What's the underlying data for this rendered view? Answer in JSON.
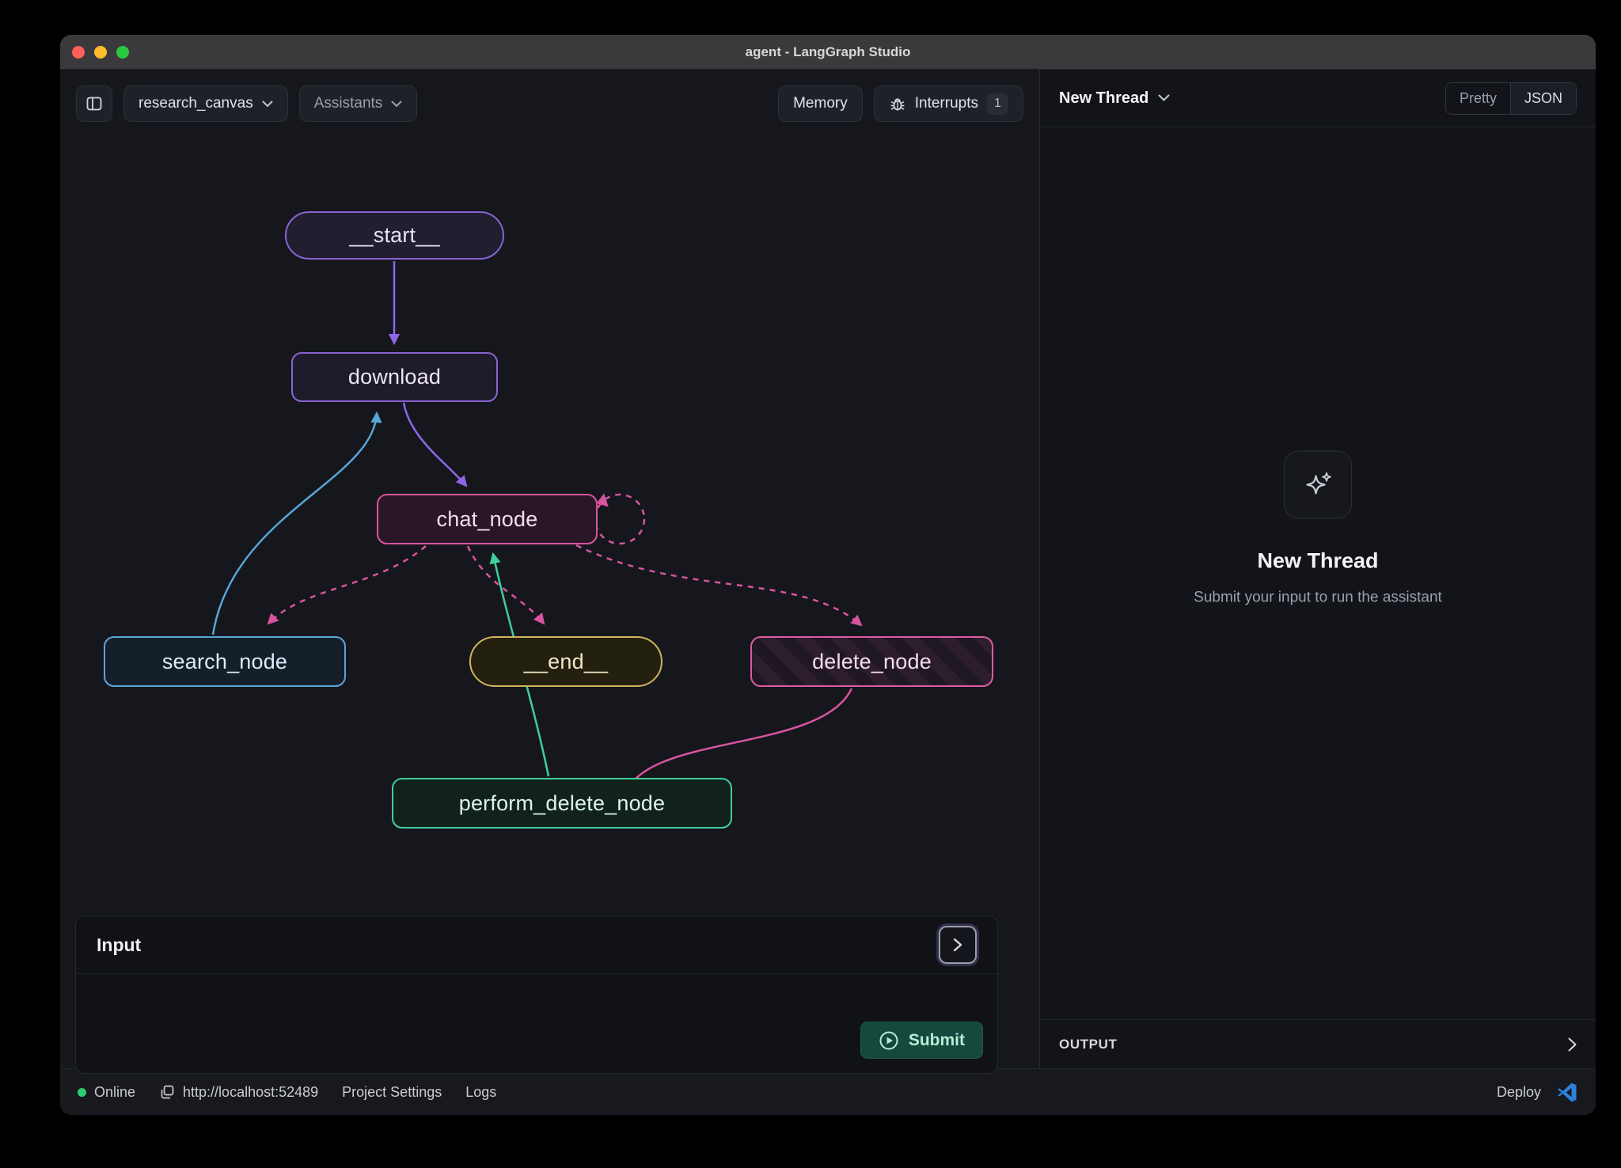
{
  "window": {
    "title": "agent - LangGraph Studio"
  },
  "toolbar": {
    "graph_select": "research_canvas",
    "assistants_label": "Assistants",
    "memory_label": "Memory",
    "interrupts_label": "Interrupts",
    "interrupts_count": "1"
  },
  "graph": {
    "nodes": [
      {
        "id": "__start__",
        "label": "__start__",
        "color": "#8a63d2",
        "shape": "pill"
      },
      {
        "id": "download",
        "label": "download",
        "color": "#8a63d2",
        "shape": "rect"
      },
      {
        "id": "chat_node",
        "label": "chat_node",
        "color": "#d9549f",
        "shape": "rect"
      },
      {
        "id": "search_node",
        "label": "search_node",
        "color": "#5ba4d8",
        "shape": "rect"
      },
      {
        "id": "__end__",
        "label": "__end__",
        "color": "#d3b35c",
        "shape": "pill"
      },
      {
        "id": "delete_node",
        "label": "delete_node",
        "color": "#dd5aa2",
        "shape": "rect-striped"
      },
      {
        "id": "perform_delete_node",
        "label": "perform_delete_node",
        "color": "#3fcf9d",
        "shape": "rect"
      }
    ],
    "edges": [
      {
        "from": "__start__",
        "to": "download",
        "style": "solid",
        "color": "#8f66e8"
      },
      {
        "from": "download",
        "to": "chat_node",
        "style": "solid",
        "color": "#8f66e8"
      },
      {
        "from": "chat_node",
        "to": "search_node",
        "style": "dashed",
        "color": "#d9549f"
      },
      {
        "from": "search_node",
        "to": "download",
        "style": "solid",
        "color": "#58a6da"
      },
      {
        "from": "chat_node",
        "to": "__end__",
        "style": "dashed",
        "color": "#d9549f"
      },
      {
        "from": "chat_node",
        "to": "delete_node",
        "style": "dashed",
        "color": "#d9549f"
      },
      {
        "from": "chat_node",
        "to": "chat_node",
        "style": "dashed-self-loop",
        "color": "#d9549f"
      },
      {
        "from": "perform_delete_node",
        "to": "chat_node",
        "style": "solid",
        "color": "#3ecf9d"
      },
      {
        "from": "delete_node",
        "to": "perform_delete_node",
        "style": "solid",
        "color": "#d9549f"
      }
    ]
  },
  "input_panel": {
    "title": "Input",
    "submit_label": "Submit"
  },
  "thread_panel": {
    "header": "New Thread",
    "view_toggle": {
      "pretty": "Pretty",
      "json": "JSON"
    },
    "empty_title": "New Thread",
    "empty_subtitle": "Submit your input to run the assistant",
    "output_label": "OUTPUT"
  },
  "status_bar": {
    "online": "Online",
    "url": "http://localhost:52489",
    "project_settings": "Project Settings",
    "logs": "Logs",
    "deploy": "Deploy"
  },
  "colors": {
    "purple": "#8f66e8",
    "pink": "#d9549f",
    "blue": "#58a6da",
    "yellow": "#d3b35c",
    "teal": "#3ecf9d",
    "submit_green": "#16493d",
    "online_green": "#2ecc71",
    "vscode_blue": "#2e81d8"
  }
}
